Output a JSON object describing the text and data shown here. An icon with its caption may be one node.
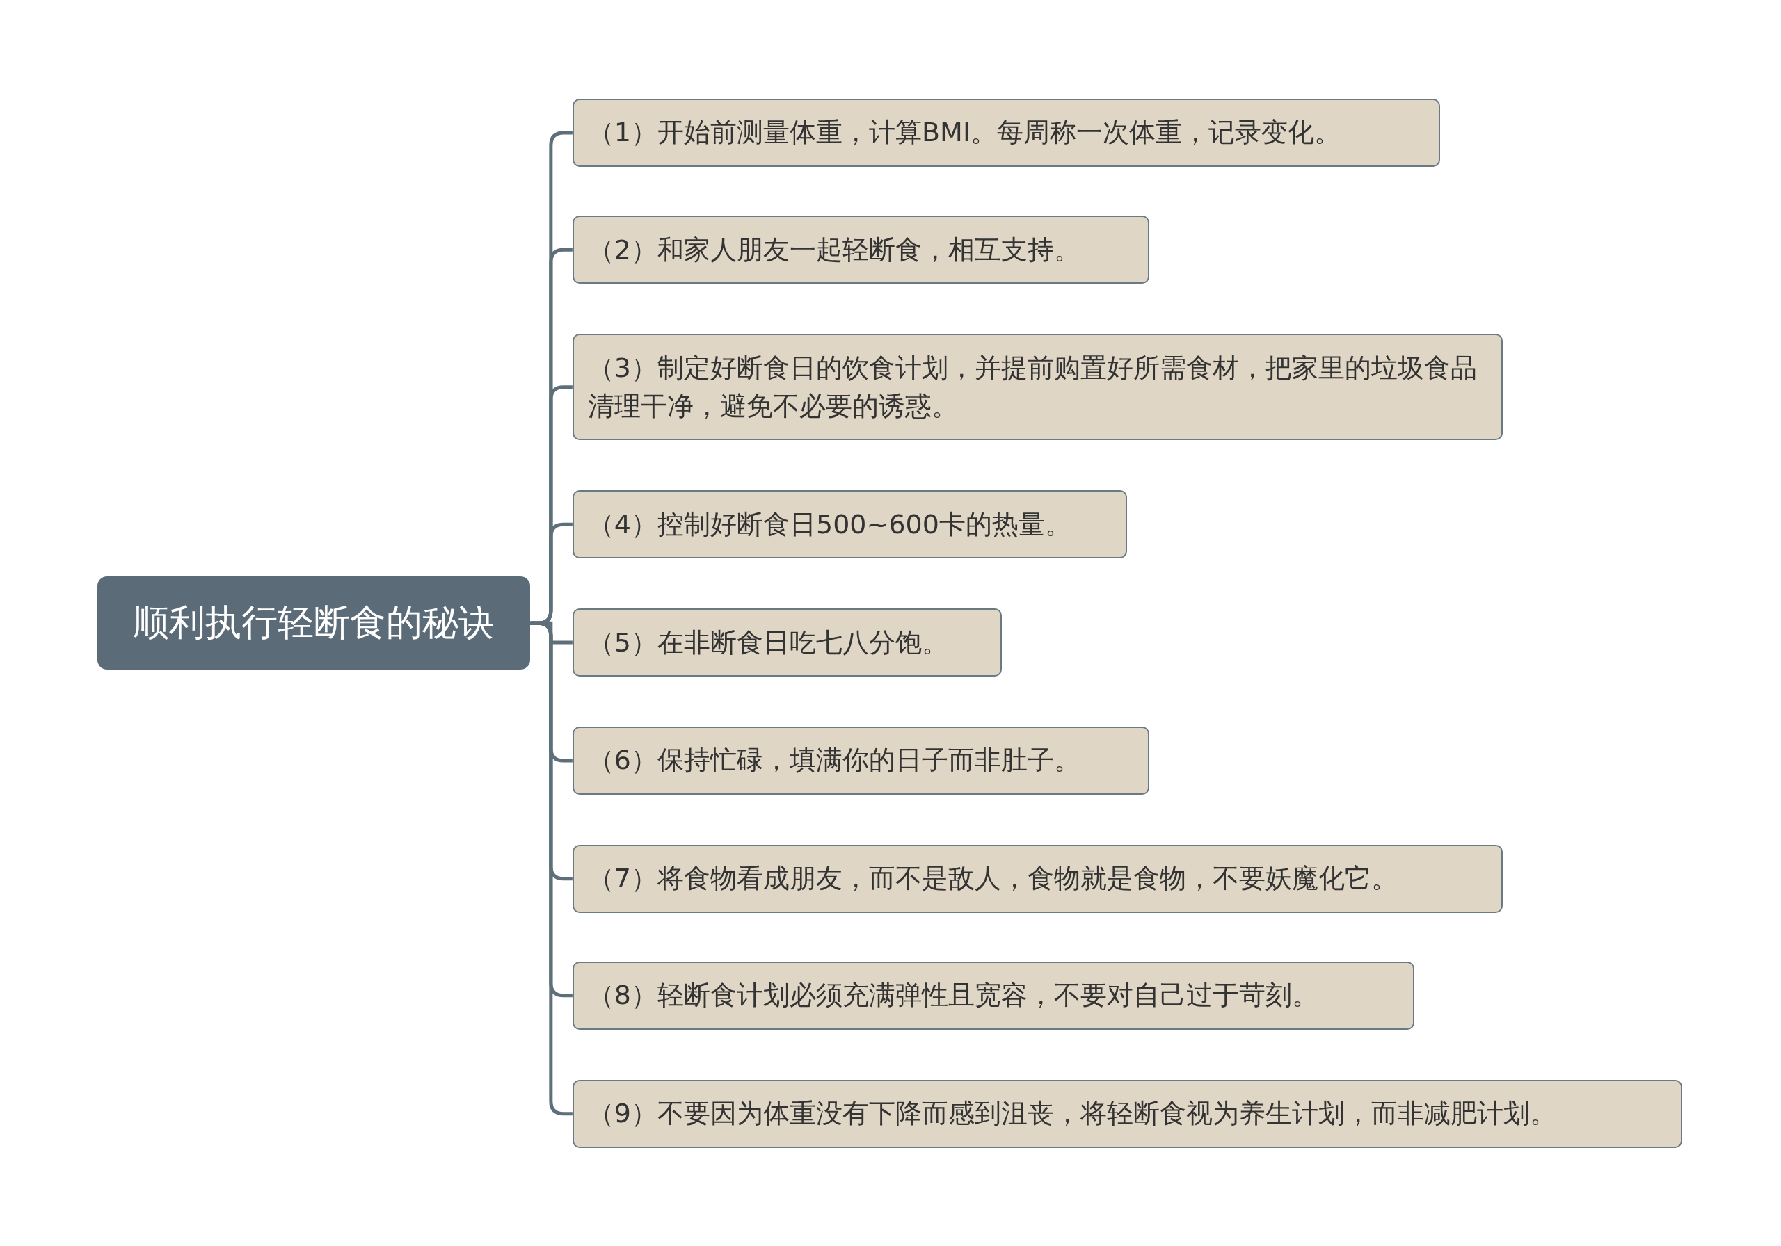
{
  "diagram": {
    "nodes": [
      {
        "text": [
          "顺利执行轻断食的秘诀"
        ]
      },
      {
        "text": [
          "（1）开始前测量体重，计算BMI。每周称一次体重，记录变化。"
        ]
      },
      {
        "text": [
          "（2）和家人朋友一起轻断食，相互支持。"
        ]
      },
      {
        "text": [
          "（3）制定好断食日的饮食计划，并提前购置好所需食材，把家里的垃圾食品清理干净，避免不必要的诱惑。"
        ]
      },
      {
        "text": [
          "（4）控制好断食日500~600卡的热量。"
        ]
      },
      {
        "text": [
          "（5）在非断食日吃七八分饱。"
        ]
      },
      {
        "text": [
          "（6）保持忙碌，填满你的日子而非肚子。"
        ]
      },
      {
        "text": [
          "（7）将食物看成朋友，而不是敌人，食物就是食物，不要妖魔化它。"
        ]
      },
      {
        "text": [
          "（8）轻断食计划必须充满弹性且宽容，不要对自己过于苛刻。"
        ]
      },
      {
        "text": [
          "（9）不要因为体重没有下降而感到沮丧，将轻断食视为养生计划，而非减肥计划。"
        ]
      }
    ],
    "edges": [
      {
        "from": 0,
        "to": 1,
        "arrow": "none"
      },
      {
        "from": 0,
        "to": 2,
        "arrow": "none"
      },
      {
        "from": 0,
        "to": 3,
        "arrow": "none"
      },
      {
        "from": 0,
        "to": 4,
        "arrow": "none"
      },
      {
        "from": 0,
        "to": 5,
        "arrow": "none"
      },
      {
        "from": 0,
        "to": 6,
        "arrow": "none"
      },
      {
        "from": 0,
        "to": 7,
        "arrow": "none"
      },
      {
        "from": 0,
        "to": 8,
        "arrow": "none"
      },
      {
        "from": 0,
        "to": 9,
        "arrow": "none"
      }
    ]
  }
}
